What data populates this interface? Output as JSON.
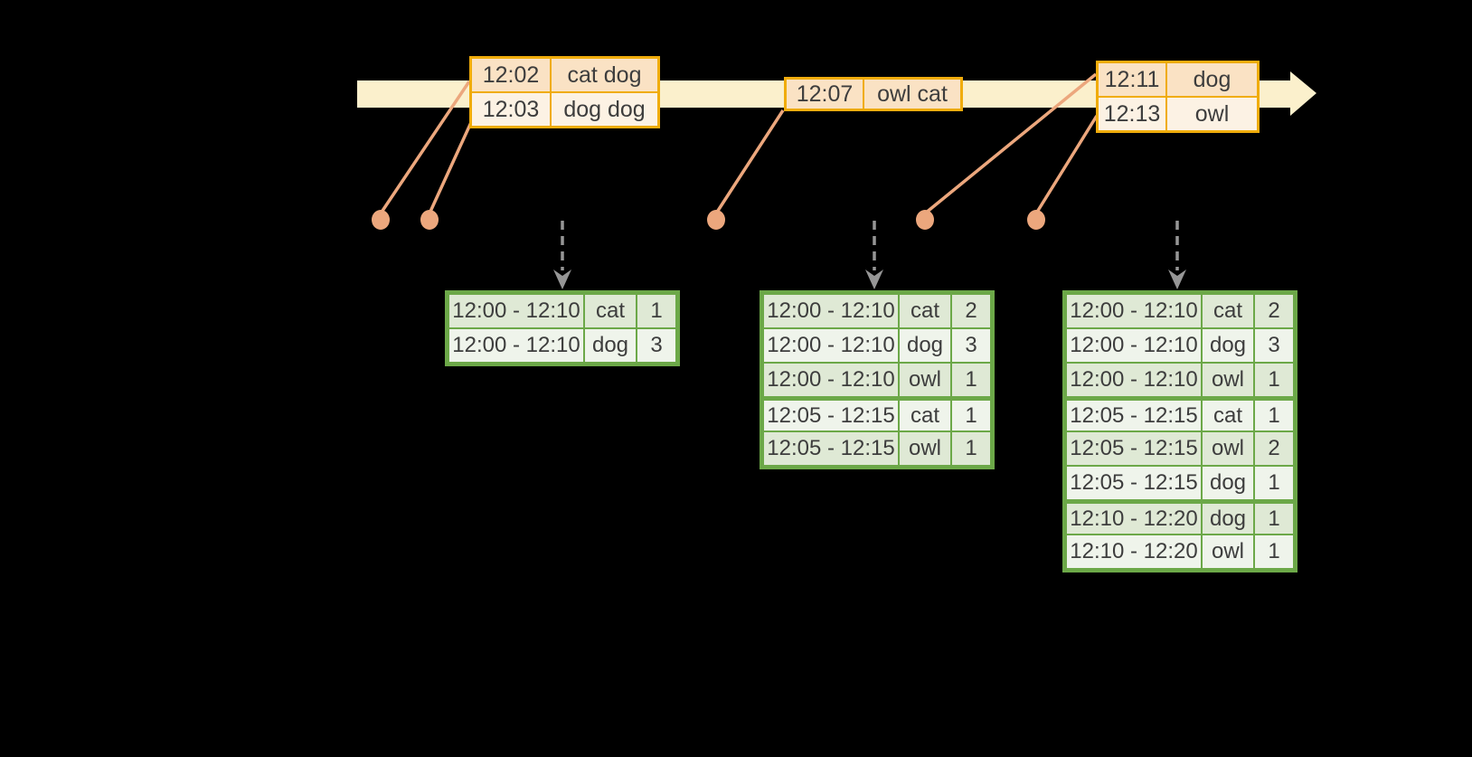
{
  "colors": {
    "bg": "#000000",
    "band": "#FBF0CC",
    "amber": "#F0AC0B",
    "peach-dark": "#FAE2C4",
    "peach-light": "#FCF2E4",
    "salmon": "#ECA77D",
    "gray": "#969696",
    "green": "#6CA848",
    "green-dark": "#DFE9D5",
    "green-light": "#EFF4EB",
    "ink": "#3D3D3D"
  },
  "event_boxes": [
    {
      "rows": [
        {
          "time": "12:02",
          "words": "cat dog"
        },
        {
          "time": "12:03",
          "words": "dog dog"
        }
      ]
    },
    {
      "rows": [
        {
          "time": "12:07",
          "words": "owl cat"
        }
      ]
    },
    {
      "rows": [
        {
          "time": "12:11",
          "words": "dog"
        },
        {
          "time": "12:13",
          "words": "owl"
        }
      ]
    }
  ],
  "result_tables": [
    {
      "rows": [
        {
          "window": "12:00 - 12:10",
          "word": "cat",
          "count": "1"
        },
        {
          "window": "12:00 - 12:10",
          "word": "dog",
          "count": "3"
        }
      ]
    },
    {
      "rows": [
        {
          "window": "12:00 - 12:10",
          "word": "cat",
          "count": "2"
        },
        {
          "window": "12:00 - 12:10",
          "word": "dog",
          "count": "3"
        },
        {
          "window": "12:00 - 12:10",
          "word": "owl",
          "count": "1"
        },
        {
          "window": "12:05 - 12:15",
          "word": "cat",
          "count": "1"
        },
        {
          "window": "12:05 - 12:15",
          "word": "owl",
          "count": "1"
        }
      ]
    },
    {
      "rows": [
        {
          "window": "12:00 - 12:10",
          "word": "cat",
          "count": "2"
        },
        {
          "window": "12:00 - 12:10",
          "word": "dog",
          "count": "3"
        },
        {
          "window": "12:00 - 12:10",
          "word": "owl",
          "count": "1"
        },
        {
          "window": "12:05 - 12:15",
          "word": "cat",
          "count": "1"
        },
        {
          "window": "12:05 - 12:15",
          "word": "owl",
          "count": "2"
        },
        {
          "window": "12:05 - 12:15",
          "word": "dog",
          "count": "1"
        },
        {
          "window": "12:10 - 12:20",
          "word": "dog",
          "count": "1"
        },
        {
          "window": "12:10 - 12:20",
          "word": "owl",
          "count": "1"
        }
      ]
    }
  ]
}
